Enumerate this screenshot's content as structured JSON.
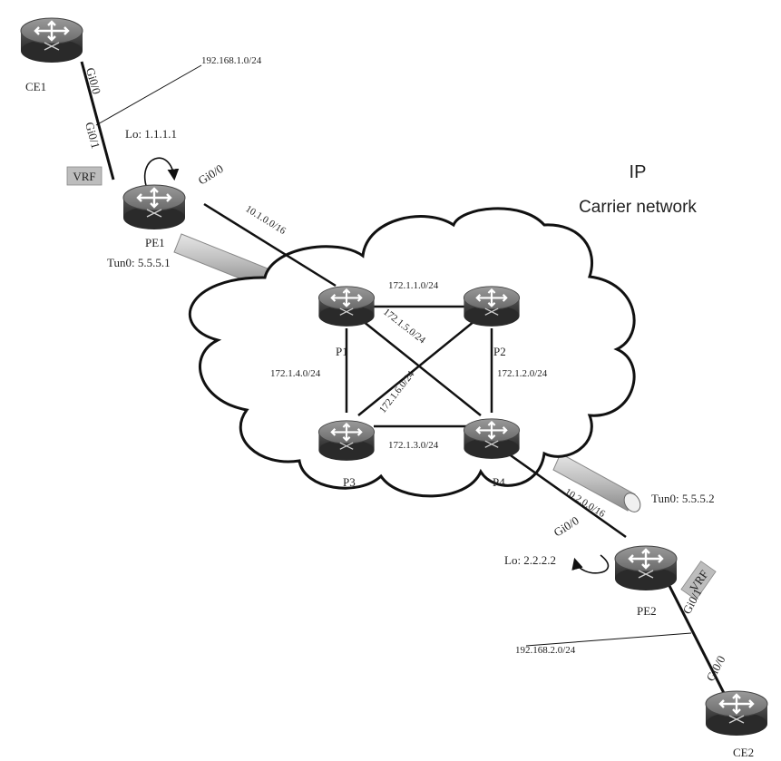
{
  "title": {
    "line1": "IP",
    "line2": "Carrier network"
  },
  "routers": {
    "ce1": "CE1",
    "pe1": "PE1",
    "p1": "P1",
    "p2": "P2",
    "p3": "P3",
    "p4": "P4",
    "pe2": "PE2",
    "ce2": "CE2"
  },
  "interfaces": {
    "ce1_gi": "Gi0/0",
    "pe1_gi01": "Gi0/1",
    "pe1_gi00": "Gi0/0",
    "pe2_gi00": "Gi0/0",
    "pe2_gi01": "Gi0/1",
    "ce2_gi": "Gi0/0"
  },
  "vrf": {
    "pe1": "VRF",
    "pe2": "VRF"
  },
  "loopbacks": {
    "pe1": "Lo: 1.1.1.1",
    "pe2": "Lo: 2.2.2.2"
  },
  "tunnels": {
    "pe1": "Tun0: 5.5.5.1",
    "pe2": "Tun0: 5.5.5.2"
  },
  "subnets": {
    "ce1_pe1": "192.168.1.0/24",
    "pe1_p1": "10.1.0.0/16",
    "p1_p2": "172.1.1.0/24",
    "p1_p4": "172.1.5.0/24",
    "p2_p3": "172.1.6.0/24",
    "p1_p3": "172.1.4.0/24",
    "p2_p4": "172.1.2.0/24",
    "p3_p4": "172.1.3.0/24",
    "p4_pe2": "10.2.0.0/16",
    "pe2_ce2": "192.168.2.0/24"
  }
}
